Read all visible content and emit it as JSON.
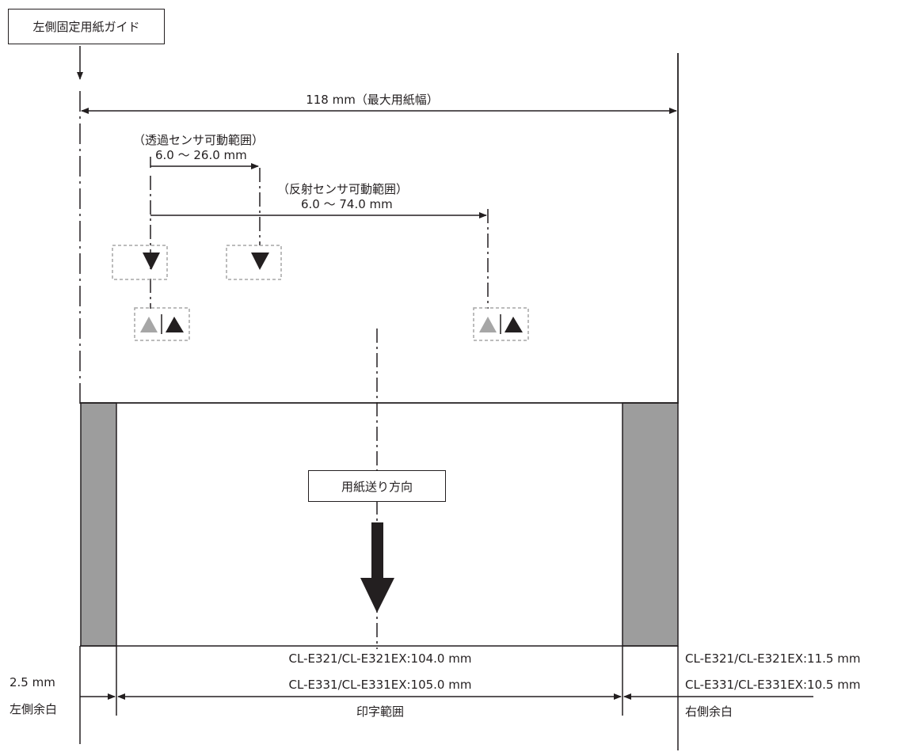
{
  "labels": {
    "left_guide": "左側固定用紙ガイド",
    "max_width": "118 mm（最大用紙幅）",
    "trans_sensor_title": "（透過センサ可動範囲）",
    "trans_sensor_range": "6.0 ～ 26.0 mm",
    "refl_sensor_title": "（反射センサ可動範囲）",
    "refl_sensor_range": "6.0 ～ 74.0 mm",
    "feed_direction": "用紙送り方向",
    "print_width_e321": "CL-E321/CL-E321EX:104.0 mm",
    "print_width_e331": "CL-E331/CL-E331EX:105.0 mm",
    "print_area": "印字範囲",
    "left_margin_value": "2.5 mm",
    "left_margin": "左側余白",
    "right_margin_e321": "CL-E321/CL-E321EX:11.5 mm",
    "right_margin_e331": "CL-E331/CL-E331EX:10.5 mm",
    "right_margin": "右側余白"
  },
  "colors": {
    "line": "#231f20",
    "margin_fill": "#9d9d9d",
    "sensor_box": "#a6a6a6",
    "sensor_gray": "#a6a6a6",
    "sensor_black": "#231f20"
  }
}
